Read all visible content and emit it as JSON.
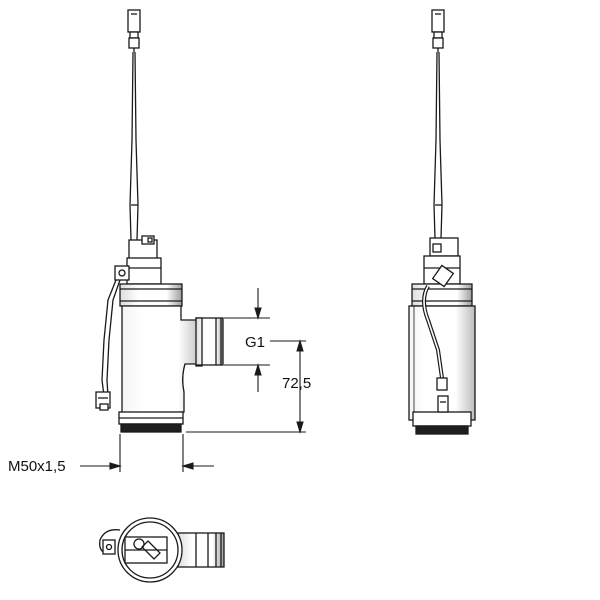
{
  "dimensions": {
    "thread_connection": "G1",
    "height": "72,5",
    "body_thread": "M50x1,5"
  },
  "colors": {
    "stroke": "#1a1a1a",
    "fill": "#ffffff",
    "shade": "#cfcfcf"
  }
}
